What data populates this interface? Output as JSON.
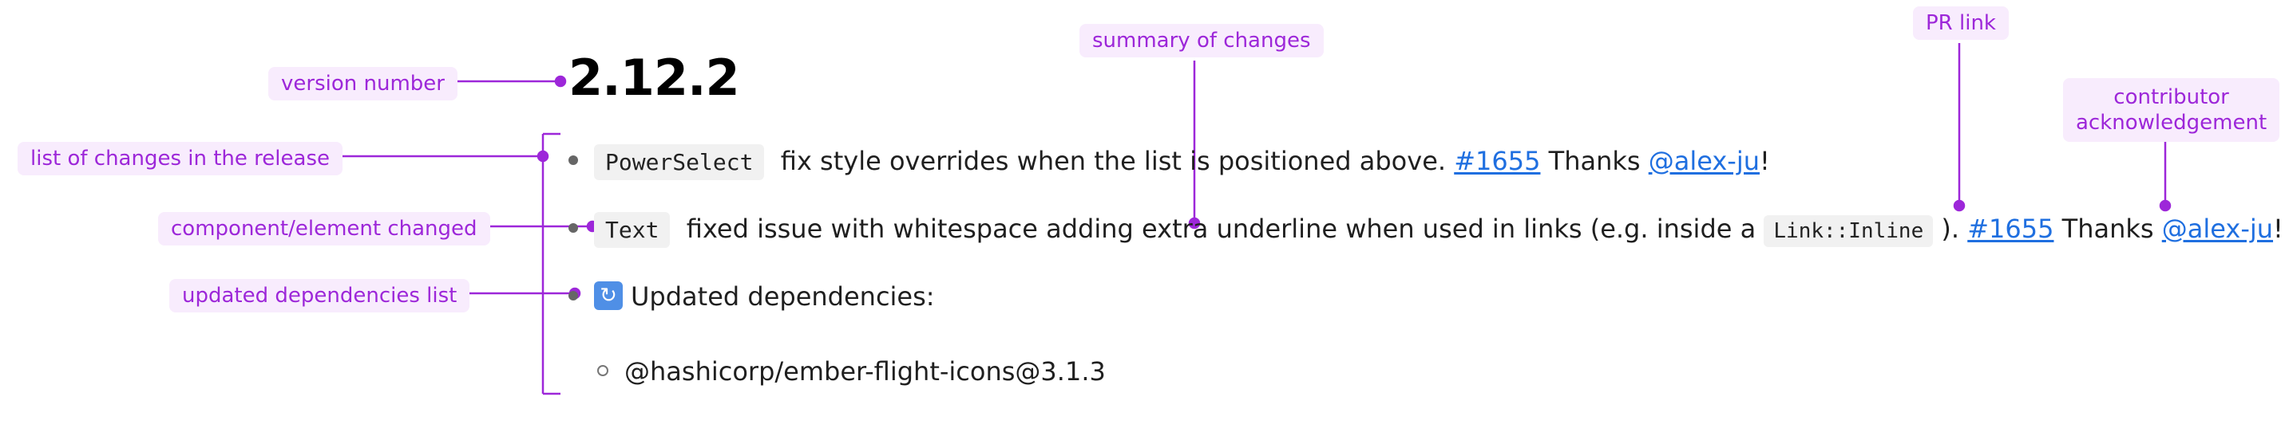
{
  "annotations": {
    "version_number": "version number",
    "list_of_changes": "list of changes in the release",
    "component_changed": "component/element changed",
    "updated_dependencies": "updated dependencies list",
    "summary_of_changes": "summary of changes",
    "pr_link": "PR link",
    "contributor_line1": "contributor",
    "contributor_line2": "acknowledgement"
  },
  "release": {
    "version": "2.12.2",
    "changes": [
      {
        "component": "PowerSelect",
        "summary": "fix style overrides when the list is positioned above.",
        "pr": "#1655",
        "thanks": "Thanks",
        "contributor": "@alex-ju",
        "end": "!"
      },
      {
        "component": "Text",
        "summary_before": "fixed issue with whitespace adding extra underline when used in links (e.g. inside a",
        "inline_code": "Link::Inline",
        "summary_after": ").",
        "pr": "#1655",
        "thanks": "Thanks",
        "contributor": "@alex-ju",
        "end": "!"
      }
    ],
    "dependencies": {
      "icon": "refresh-emoji-icon",
      "title": "Updated dependencies:",
      "items": [
        "@hashicorp/ember-flight-icons@3.1.3"
      ]
    }
  },
  "colors": {
    "annotation": "#9d27d9",
    "annotation_bg": "#f8ecfd",
    "link": "#1f6fe0"
  }
}
